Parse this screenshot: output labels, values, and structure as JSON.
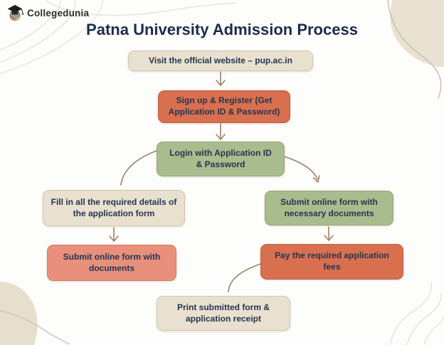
{
  "brand": {
    "name": "Collegedunia",
    "logo_icon": "owl-graduation-cap-icon"
  },
  "title": "Patna University Admission Process",
  "steps": [
    {
      "id": "visit_website",
      "label": "Visit the official website – pup.ac.in",
      "variant": "beige"
    },
    {
      "id": "signup_register",
      "label": "Sign up & Register (Get\nApplication ID & Password)",
      "variant": "red"
    },
    {
      "id": "login",
      "label": "Login with Application ID\n& Password",
      "variant": "green"
    },
    {
      "id": "fill_details",
      "label": "Fill in all the required details of\nthe application form",
      "variant": "beige"
    },
    {
      "id": "submit_form_documents",
      "label": "Submit online form with\nnecessary documents",
      "variant": "green"
    },
    {
      "id": "submit_form",
      "label": "Submit online form with\ndocuments",
      "variant": "salmon"
    },
    {
      "id": "pay_fees",
      "label": "Pay the required application fees",
      "variant": "red"
    },
    {
      "id": "print_receipt",
      "label": "Print submitted form &\napplication receipt",
      "variant": "beige"
    }
  ],
  "colors": {
    "background": "#fdfdfb",
    "beige_box": "#e9e1cf",
    "red_box": "#d8704f",
    "green_box": "#a9bc8d",
    "salmon_box": "#e8907b",
    "box_text": "#24344f",
    "title_text": "#1c2c4c",
    "arrow": "#9d8266",
    "decoration_blob": "#e9e2d3"
  }
}
